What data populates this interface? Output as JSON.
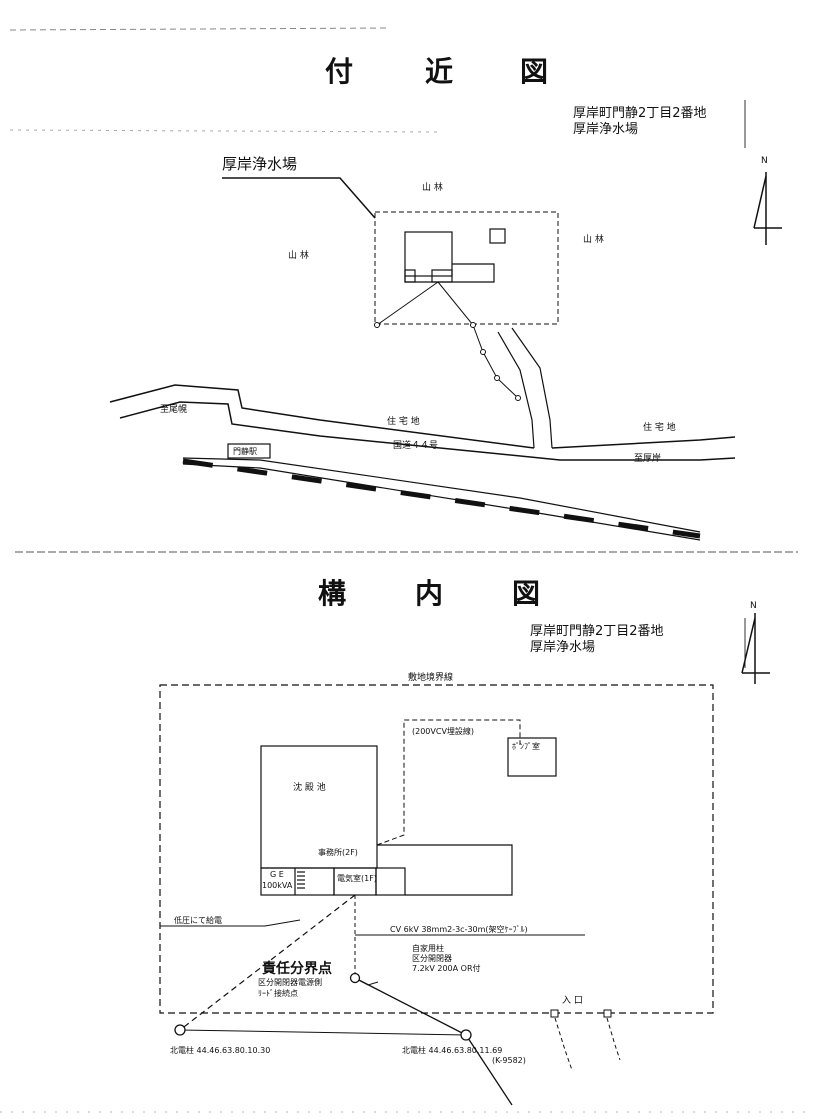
{
  "top": {
    "title_chars": [
      "付",
      "近",
      "図"
    ],
    "address_line1": "厚岸町門静2丁目2番地",
    "address_line2": "厚岸浄水場",
    "facility_label": "厚岸浄水場",
    "north": "N",
    "labels": {
      "forest_top": "山 林",
      "forest_left": "山 林",
      "forest_right": "山 林",
      "residential_center": "住 宅 地",
      "residential_right": "住 宅 地",
      "to_left": "至尾幌",
      "route": "国道４４号",
      "to_right": "至厚岸",
      "station": "門静駅"
    }
  },
  "bottom": {
    "title_chars": [
      "構",
      "内",
      "図"
    ],
    "address_line1": "厚岸町門静2丁目2番地",
    "address_line2": "厚岸浄水場",
    "north": "N",
    "boundary": "敷地境界線",
    "buried_cable": "(200VCV埋設線)",
    "pump_room": "ﾎﾟﾝﾌﾟ室",
    "sedimentation": "沈 殿 池",
    "office": "事務所(2F)",
    "electric_room": "電気室(1F)",
    "ge_line1": "G E",
    "ge_line2": "100kVA",
    "low_voltage": "低圧にて給電",
    "cable_spec": "CV 6kV 38mm2-3c-30m(架空ｹｰﾌﾞﾙ)",
    "pole_line1": "自家用柱",
    "pole_line2": "区分開閉器",
    "pole_line3": "7.2kV 200A OR付",
    "resp_point": "責任分界点",
    "resp_line1": "区分開閉器電源側",
    "resp_line2": "ﾘｰﾄﾞ接続点",
    "entrance": "入 口",
    "pole_left": "北電柱 44.46.63.80.10.30",
    "pole_right": "北電柱 44.46.63.80.11.69",
    "pole_right_id": "(K-9582)"
  }
}
